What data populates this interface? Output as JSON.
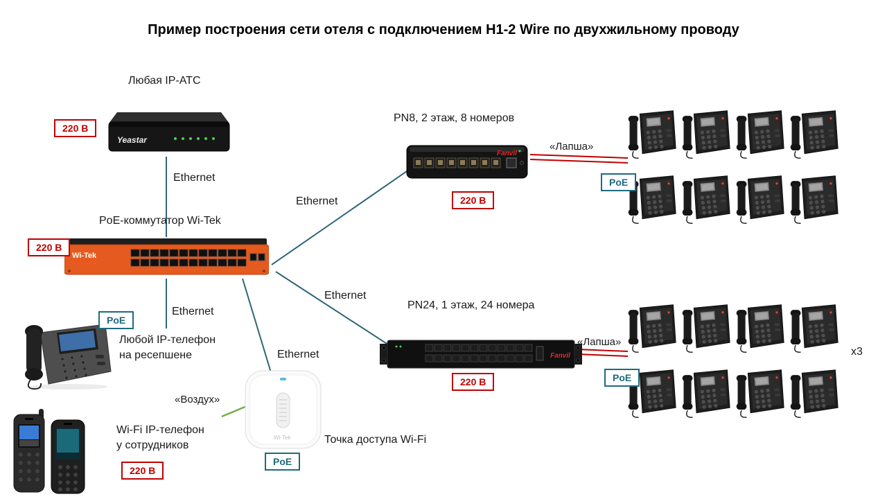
{
  "title": "Пример построения сети отеля с подключением H1-2 Wire по двухжильному проводу",
  "badges": {
    "power": "220 В",
    "poe": "PoE"
  },
  "labels": {
    "ip_pbx": "Любая IP-АТС",
    "ethernet": "Ethernet",
    "poe_switch": "PoE-коммутатор Wi-Tek",
    "pn8": "PN8, 2 этаж, 8 номеров",
    "pn24": "PN24, 1 этаж, 24 номера",
    "lapsha": "«Лапша»",
    "vozduh": "«Воздух»",
    "reception_phone": "Любой IP-телефон\nна ресепшене",
    "wifi_phone": "Wi-Fi IP-телефон\nу сотрудников",
    "access_point": "Точка доступа Wi-Fi",
    "multiplier": "x3"
  },
  "brands": {
    "yeastar": "Yeastar",
    "witek": "Wi-Tek",
    "fanvil": "Fanvil"
  },
  "colors": {
    "power_red": "#c00000",
    "poe_teal": "#1d6b7d",
    "link_teal": "#2e6577",
    "air_green": "#6fae44",
    "lapsha_red": "#c00000",
    "switch_orange": "#e55a1e"
  }
}
